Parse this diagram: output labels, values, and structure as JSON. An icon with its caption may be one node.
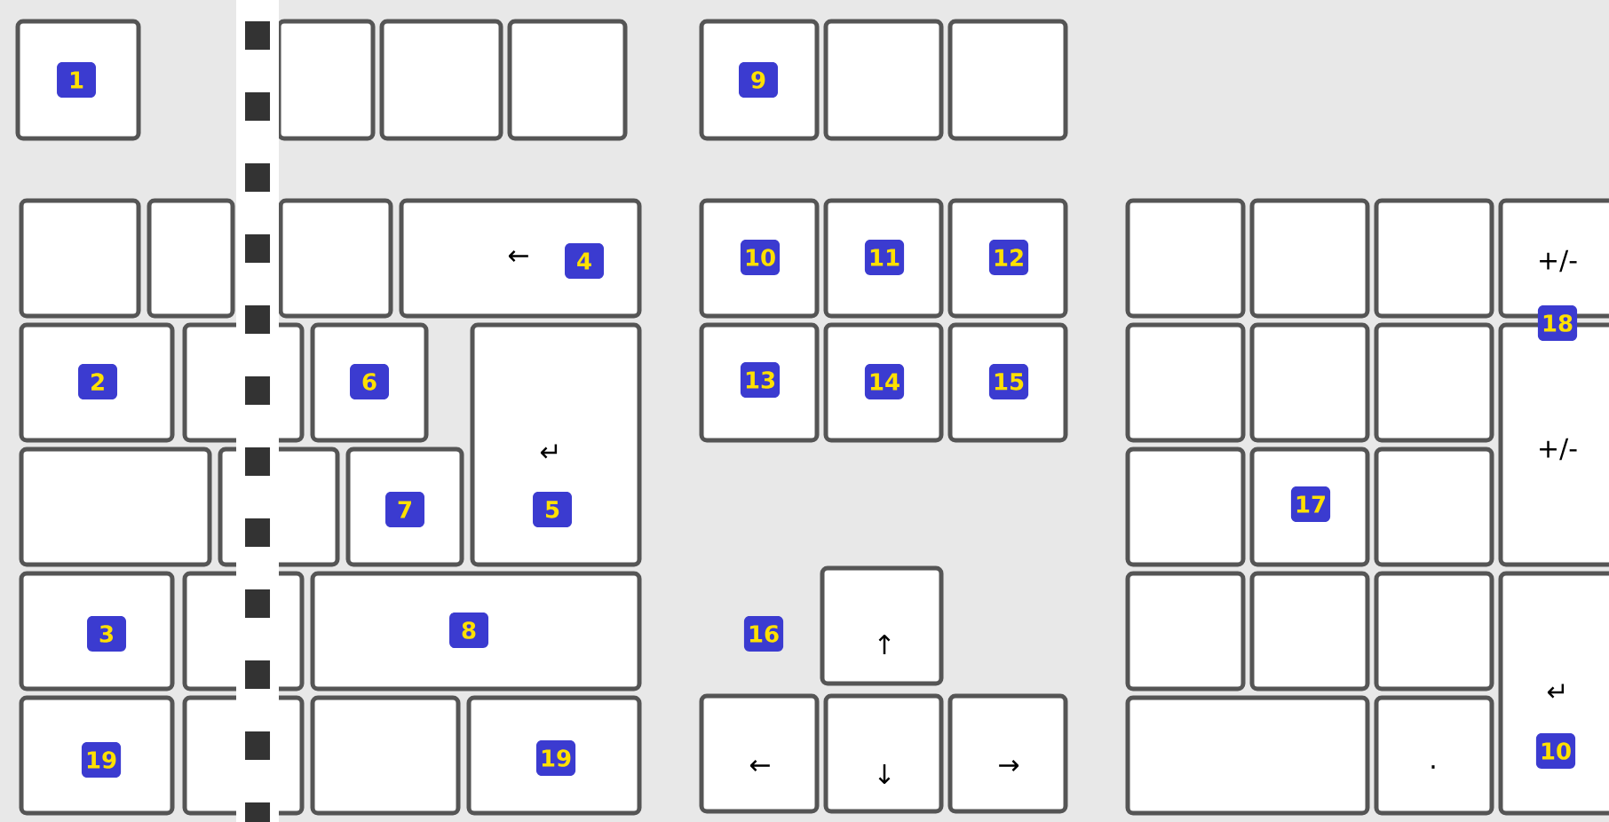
{
  "diagram": {
    "nodes": [
      {
        "text": [
          "1"
        ]
      },
      {
        "text": [],
        "shape": "box"
      },
      {
        "text": [],
        "shape": "box"
      },
      {
        "text": [],
        "shape": "box"
      },
      {
        "text": [
          "9"
        ]
      },
      {
        "text": [],
        "shape": "box"
      },
      {
        "text": [],
        "shape": "box"
      },
      {
        "text": [],
        "shape": "box"
      },
      {
        "text": [],
        "shape": "box"
      },
      {
        "text": [],
        "shape": "box"
      },
      {
        "text": [
          "←",
          "4"
        ]
      },
      {
        "text": [
          "10"
        ]
      },
      {
        "text": [
          "11"
        ]
      },
      {
        "text": [
          "12"
        ]
      },
      {
        "text": [],
        "shape": "box"
      },
      {
        "text": [],
        "shape": "box"
      },
      {
        "text": [],
        "shape": "box"
      },
      {
        "text": [
          "+/-"
        ]
      },
      {
        "text": [
          "2"
        ]
      },
      {
        "text": [],
        "shape": "box"
      },
      {
        "text": [
          "6"
        ]
      },
      {
        "text": [
          "↵",
          "5"
        ]
      },
      {
        "text": [
          "13"
        ]
      },
      {
        "text": [
          "14"
        ]
      },
      {
        "text": [
          "15"
        ]
      },
      {
        "text": [],
        "shape": "box"
      },
      {
        "text": [],
        "shape": "box"
      },
      {
        "text": [],
        "shape": "box"
      },
      {
        "text": [
          "+/-"
        ]
      },
      {
        "text": [],
        "shape": "box"
      },
      {
        "text": [],
        "shape": "box"
      },
      {
        "text": [
          "7"
        ]
      },
      {
        "text": [],
        "shape": "box"
      },
      {
        "text": [
          "17"
        ]
      },
      {
        "text": [],
        "shape": "box"
      },
      {
        "text": [
          "3"
        ]
      },
      {
        "text": [],
        "shape": "box"
      },
      {
        "text": [
          "8"
        ]
      },
      {
        "text": [
          "↑"
        ]
      },
      {
        "text": [],
        "shape": "box"
      },
      {
        "text": [],
        "shape": "box"
      },
      {
        "text": [],
        "shape": "box"
      },
      {
        "text": [
          "↵",
          "10"
        ]
      },
      {
        "text": [
          "19"
        ]
      },
      {
        "text": [],
        "shape": "box"
      },
      {
        "text": [],
        "shape": "box"
      },
      {
        "text": [
          "19"
        ]
      },
      {
        "text": [
          "←"
        ]
      },
      {
        "text": [
          "↓"
        ]
      },
      {
        "text": [
          "→"
        ]
      },
      {
        "text": [],
        "shape": "box"
      },
      {
        "text": [
          "."
        ]
      }
    ],
    "labels": [
      "16",
      "18"
    ]
  }
}
